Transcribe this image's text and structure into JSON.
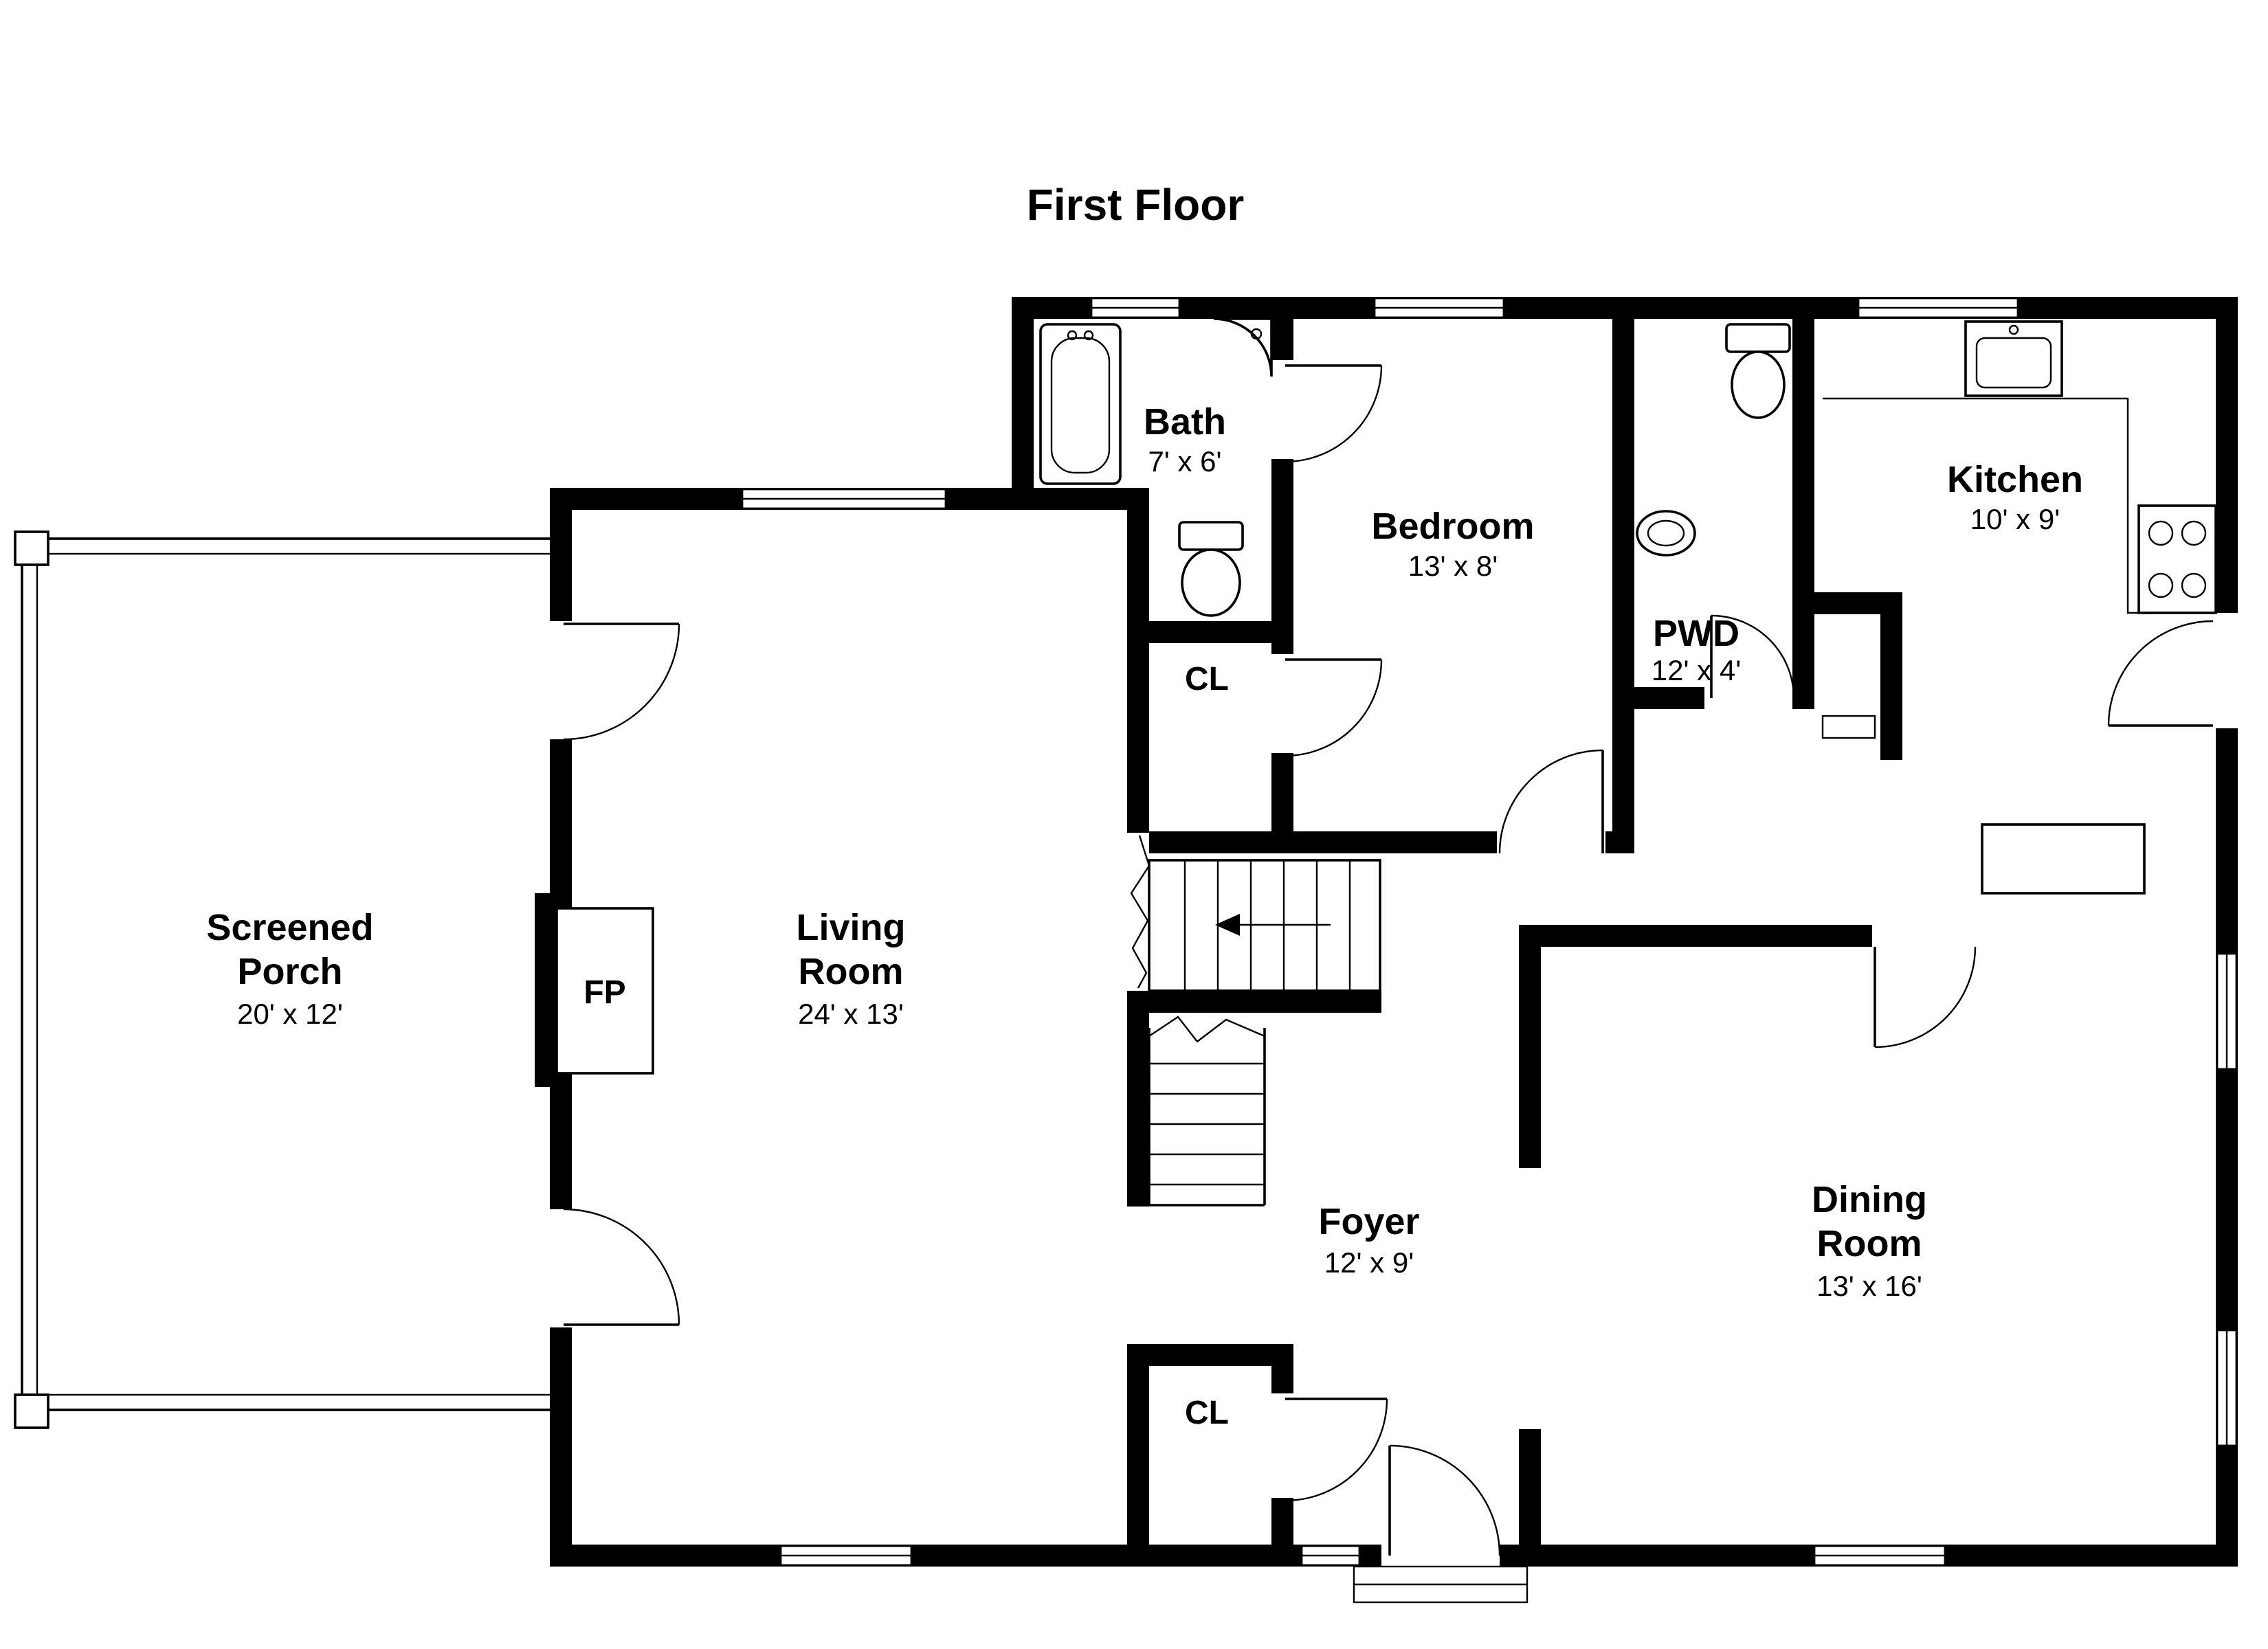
{
  "title": "First Floor",
  "rooms": [
    {
      "id": "screened-porch",
      "name": "Screened",
      "name2": "Porch",
      "dims": "20' x 12'"
    },
    {
      "id": "living-room",
      "name": "Living",
      "name2": "Room",
      "dims": "24' x 13'"
    },
    {
      "id": "bath",
      "name": "Bath",
      "dims": "7' x 6'"
    },
    {
      "id": "bedroom",
      "name": "Bedroom",
      "dims": "13' x 8'"
    },
    {
      "id": "pwd",
      "name": "PWD",
      "dims": "12' x 4'"
    },
    {
      "id": "kitchen",
      "name": "Kitchen",
      "dims": "10' x 9'"
    },
    {
      "id": "foyer",
      "name": "Foyer",
      "dims": "12' x 9'"
    },
    {
      "id": "dining-room",
      "name": "Dining",
      "name2": "Room",
      "dims": "13' x 16'"
    },
    {
      "id": "closet-upper",
      "name": "CL"
    },
    {
      "id": "closet-lower",
      "name": "CL"
    },
    {
      "id": "fireplace",
      "name": "FP"
    }
  ],
  "colors": {
    "walls": "#000000",
    "lines": "#000000",
    "background": "#ffffff",
    "text": "#000000"
  }
}
